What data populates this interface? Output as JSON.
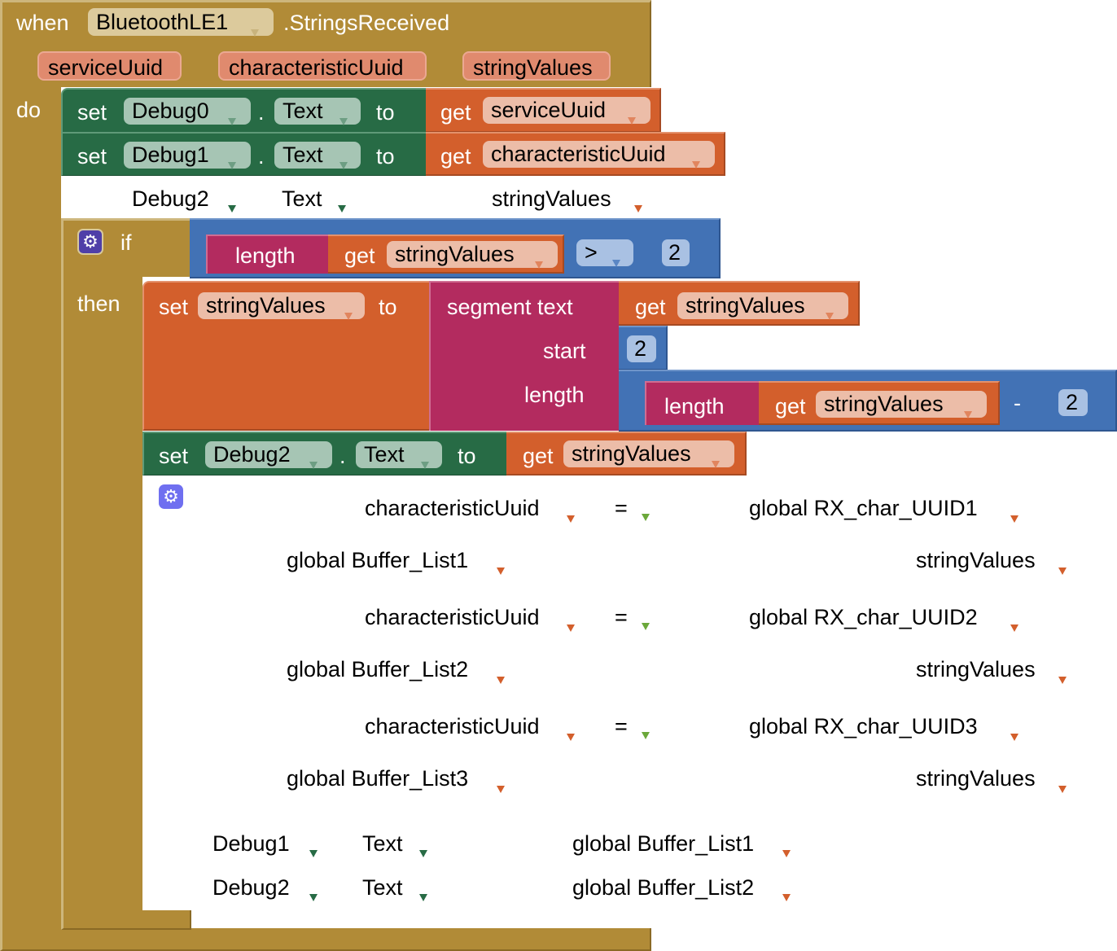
{
  "event": {
    "when_label": "when",
    "component": "BluetoothLE1",
    "event_name": ".StringsReceived",
    "params": [
      "serviceUuid",
      "characteristicUuid",
      "stringValues"
    ],
    "do_label": "do"
  },
  "statements": {
    "set0": {
      "set": "set",
      "component": "Debug0",
      "dot": ".",
      "prop": "Text",
      "to": "to",
      "get": "get",
      "var": "serviceUuid"
    },
    "set1": {
      "set": "set",
      "component": "Debug1",
      "dot": ".",
      "prop": "Text",
      "to": "to",
      "get": "get",
      "var": "characteristicUuid"
    },
    "ghost_set2": {
      "component": "Debug2",
      "prop": "Text",
      "var": "stringValues"
    }
  },
  "if_block": {
    "if_label": "if",
    "then_label": "then",
    "condition": {
      "length_label": "length",
      "get": "get",
      "var": "stringValues",
      "op": ">",
      "value": "2"
    },
    "set_var": {
      "set": "set",
      "var": "stringValues",
      "to": "to"
    },
    "segment": {
      "label": "segment  text",
      "get": "get",
      "text_var": "stringValues",
      "start_label": "start",
      "start_value": "2",
      "length_label": "length",
      "inner_length_label": "length",
      "inner_get": "get",
      "inner_var": "stringValues",
      "minus": "-",
      "minus_value": "2"
    },
    "set_debug2": {
      "set": "set",
      "component": "Debug2",
      "dot": ".",
      "prop": "Text",
      "to": "to",
      "get": "get",
      "var": "stringValues"
    }
  },
  "ghost_if": {
    "rows": [
      {
        "left": "characteristicUuid",
        "op": "=",
        "right": "global RX_char_UUID1"
      },
      {
        "target": "global Buffer_List1",
        "value": "stringValues"
      },
      {
        "left": "characteristicUuid",
        "op": "=",
        "right": "global RX_char_UUID2"
      },
      {
        "target": "global Buffer_List2",
        "value": "stringValues"
      },
      {
        "left": "characteristicUuid",
        "op": "=",
        "right": "global RX_char_UUID3"
      },
      {
        "target": "global Buffer_List3",
        "value": "stringValues"
      }
    ]
  },
  "ghost_tail": [
    {
      "component": "Debug1",
      "prop": "Text",
      "value": "global Buffer_List1"
    },
    {
      "component": "Debug2",
      "prop": "Text",
      "value": "global Buffer_List2"
    }
  ],
  "colors": {
    "event": "#b18b37",
    "set_component": "#276b45",
    "variable": "#d35f2c",
    "text": "#b32b5f",
    "math": "#4272b5",
    "mutator": "#5b5bd6"
  }
}
